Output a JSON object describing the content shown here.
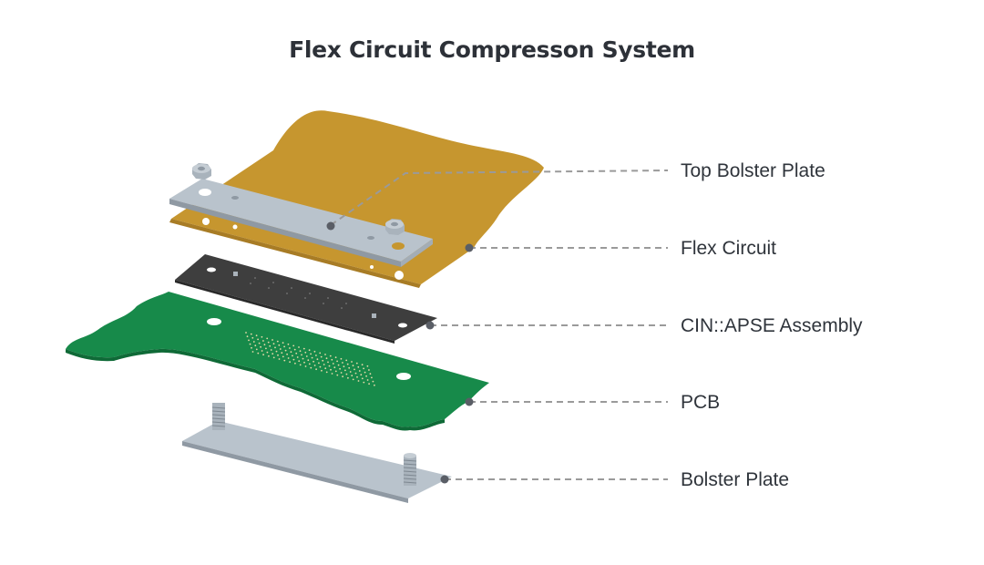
{
  "title": "Flex Circuit Compresson System",
  "colors": {
    "flex": "#c6962f",
    "flex_dark": "#b0832a",
    "plate": "#b9c3cc",
    "plate_edge": "#8f99a3",
    "gasket": "#3e3e3e",
    "pcb": "#178a4a",
    "pcb_edge": "#0f6a37",
    "leader": "#9a9a9a",
    "dot": "#5a5e66",
    "text": "#2f343b"
  },
  "callouts": [
    {
      "id": "top-bolster-plate",
      "label": "Top Bolster Plate"
    },
    {
      "id": "flex-circuit",
      "label": "Flex Circuit"
    },
    {
      "id": "cinapse-assembly",
      "label": "CIN::APSE Assembly"
    },
    {
      "id": "pcb",
      "label": "PCB"
    },
    {
      "id": "bolster-plate",
      "label": "Bolster Plate"
    }
  ]
}
